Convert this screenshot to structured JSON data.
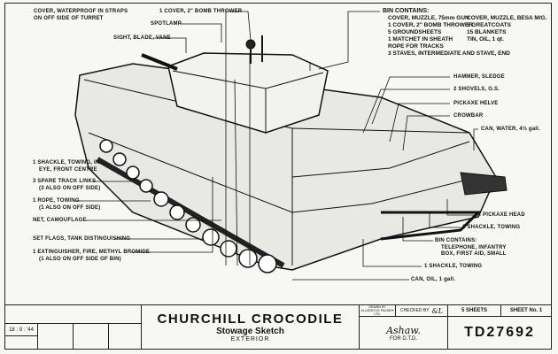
{
  "title_block": {
    "title": "CHURCHILL CROCODILE",
    "subtitle": "Stowage Sketch",
    "view": "EXTERIOR",
    "date": "18 : 9 : '44",
    "drawn_by": "DRAWN BY ALLARDYCE PALMER LTD.",
    "checked_by": "CHECKED BY",
    "for": "FOR D.T.D.",
    "sheets": "5 SHEETS",
    "sheet_no": "SHEET No. 1",
    "drawing_no": "TD27692"
  },
  "labels": {
    "cover_waterproof_1": "COVER, WATERPROOF IN STRAPS",
    "cover_waterproof_2": "ON OFF SIDE OF TURRET",
    "bomb_cover": "1 COVER, 2\" BOMB THROWER",
    "spotlamp": "SPOTLAMP",
    "sight": "SIGHT, BLADE, VANE",
    "bin_title": "BIN CONTAINS:",
    "bin_left": [
      "COVER, MUZZLE, 75mm GUN",
      "1 COVER, 2\" BOMB THROWER",
      "5 GROUNDSHEETS",
      "1 MATCHET IN SHEATH",
      "ROPE FOR TRACKS",
      "3 STAVES, INTERMEDIATE AND STAVE, END"
    ],
    "bin_right": [
      "COVER, MUZZLE, BESA M/G.",
      "5 GREATCOATS",
      "15 BLANKETS",
      "TIN, OIL, 1 qt."
    ],
    "hammer": "HAMMER, SLEDGE",
    "shovels": "2 SHOVELS, G.S.",
    "pickaxe_helve": "PICKAXE HELVE",
    "crowbar": "CROWBAR",
    "can_water": "CAN, WATER, 4½ gall.",
    "shackle_front_1": "1 SHACKLE, TOWING, IN",
    "shackle_front_2": "EYE, FRONT CENTRE",
    "track_links_1": "3 SPARE TRACK LINKS",
    "track_links_2": "(3 ALSO ON OFF SIDE)",
    "rope_1": "1 ROPE, TOWING",
    "rope_2": "(1 ALSO ON OFF SIDE)",
    "net": "NET, CAMOUFLAGE",
    "flags": "SET FLAGS, TANK DISTINGUISHING",
    "extinguisher_1": "1 EXTINGUISHER, FIRE, METHYL BROMIDE",
    "extinguisher_2": "(1 ALSO ON OFF SIDE OF BIN)",
    "pickaxe_head": "PICKAXE HEAD",
    "shackle_rear_1": "1 SHACKLE, TOWING",
    "bin2_title": "BIN CONTAINS:",
    "bin2_1": "TELEPHONE, INFANTRY",
    "bin2_2": "BOX, FIRST AID, SMALL",
    "shackle_rear_2": "1 SHACKLE, TOWING",
    "can_oil": "CAN, OIL, 1 gall."
  }
}
